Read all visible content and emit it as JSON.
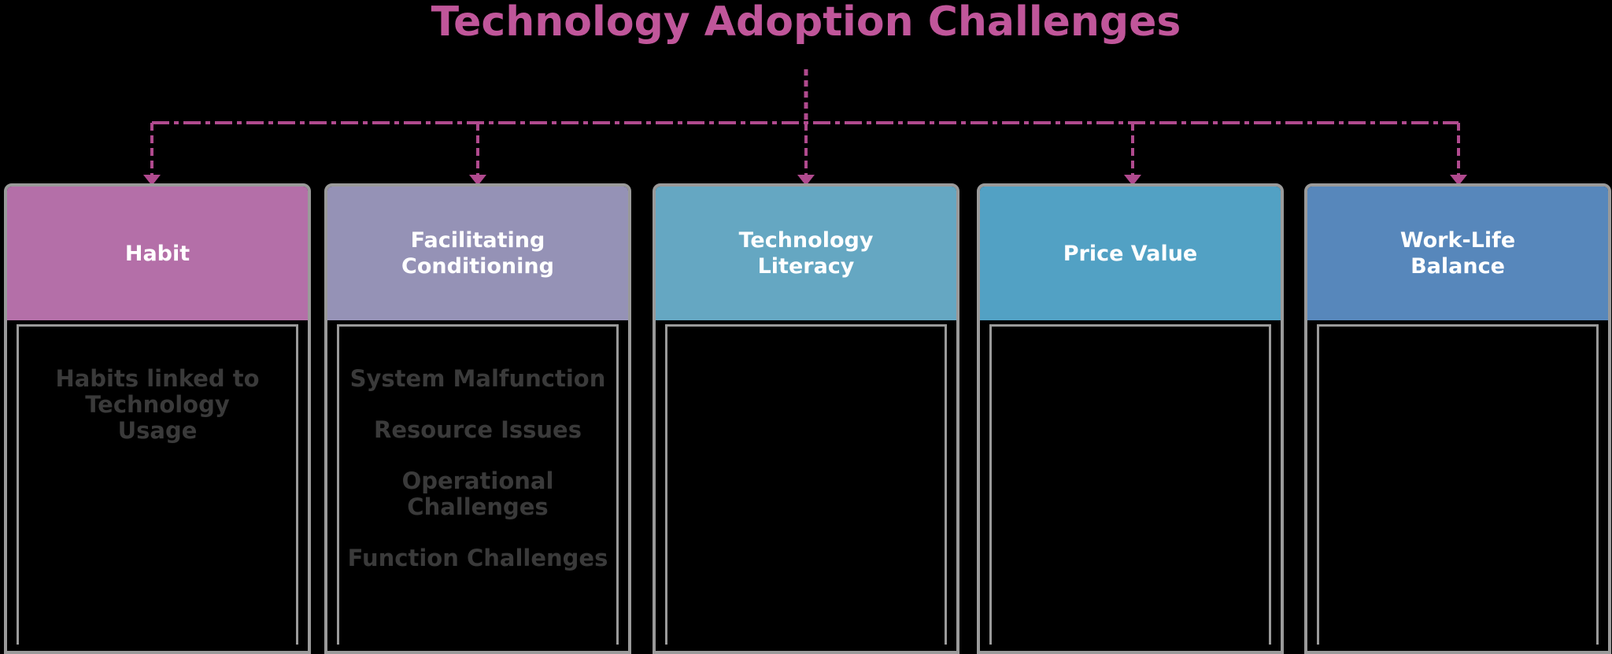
{
  "title": "Technology Adoption Challenges",
  "colors": {
    "title": "#c0569a",
    "connector": "#b04a8e",
    "card_border": "#9a9a9a",
    "card_body": "#000000",
    "body_text": "#3a3a3a"
  },
  "cards": [
    {
      "label": "Habit",
      "color": "#b46fa8",
      "items": [
        "Habits linked to Technology Usage"
      ]
    },
    {
      "label": "Facilitating Conditioning",
      "color": "#9592b6",
      "items": [
        "System Malfunction",
        "Resource Issues",
        "Operational Challenges",
        "Function Challenges"
      ]
    },
    {
      "label": "Technology Literacy",
      "color": "#65a7c2",
      "items": []
    },
    {
      "label": "Price Value",
      "color": "#52a1c4",
      "items": []
    },
    {
      "label": "Work-Life Balance",
      "color": "#5787bb",
      "items": []
    }
  ]
}
